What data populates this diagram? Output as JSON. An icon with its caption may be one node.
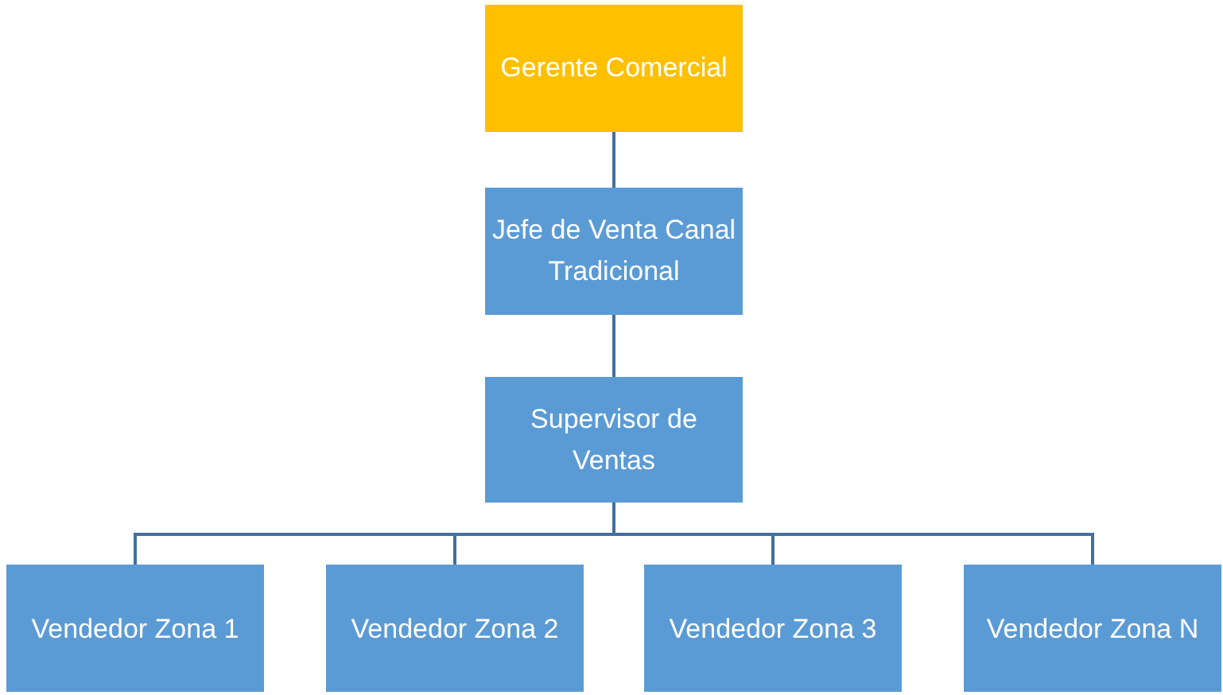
{
  "diagram": {
    "nodes": [
      {
        "text": [
          "Gerente Comercial"
        ]
      },
      {
        "text": [
          "Jefe de Venta Canal Tradicional"
        ]
      },
      {
        "text": [
          "Supervisor de Ventas"
        ]
      },
      {
        "text": [
          "Vendedor Zona 1"
        ]
      },
      {
        "text": [
          "Vendedor Zona 2"
        ]
      },
      {
        "text": [
          "Vendedor Zona 3"
        ]
      },
      {
        "text": [
          "Vendedor Zona N"
        ]
      }
    ],
    "edges": [
      {
        "from": 0,
        "to": 1,
        "arrow": "none"
      },
      {
        "from": 1,
        "to": 2,
        "arrow": "none"
      },
      {
        "from": 2,
        "to": 3,
        "arrow": "none"
      },
      {
        "from": 2,
        "to": 4,
        "arrow": "none"
      },
      {
        "from": 2,
        "to": 5,
        "arrow": "none"
      },
      {
        "from": 2,
        "to": 6,
        "arrow": "none"
      }
    ]
  }
}
